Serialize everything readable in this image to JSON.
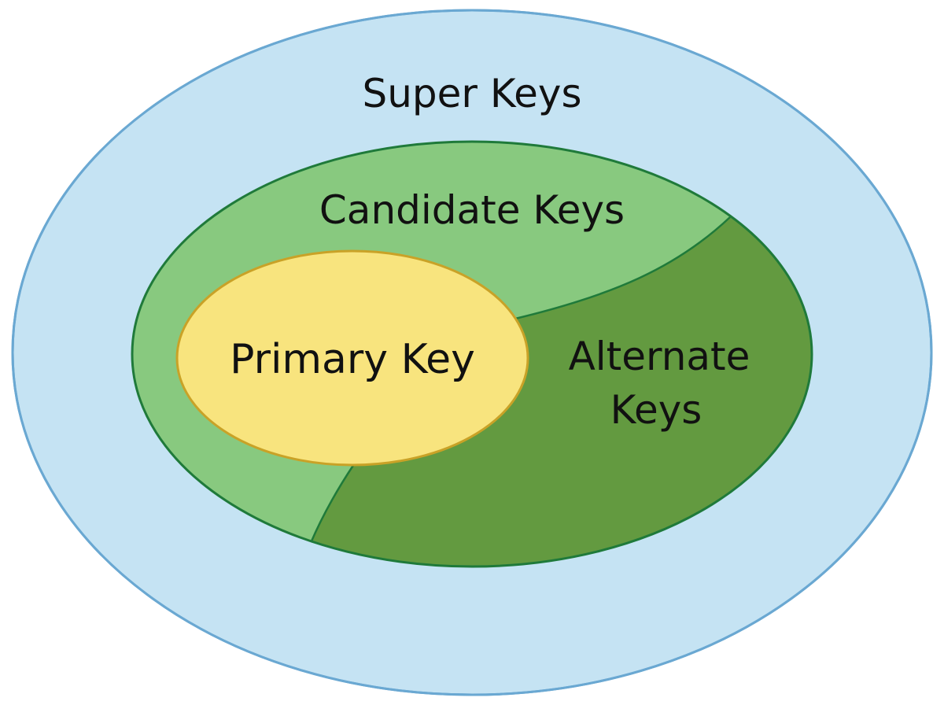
{
  "diagram": {
    "super_keys": {
      "label": "Super Keys",
      "fill": "#c5e3f3",
      "stroke": "#6aa8d2"
    },
    "candidate_keys": {
      "label": "Candidate Keys",
      "fill": "#88c97f",
      "stroke": "#1f7a3a"
    },
    "alternate_keys": {
      "label_line1": "Alternate",
      "label_line2": "Keys",
      "fill": "#639a40"
    },
    "primary_key": {
      "label": "Primary Key",
      "fill": "#f8e47e",
      "stroke": "#c9a227"
    }
  }
}
